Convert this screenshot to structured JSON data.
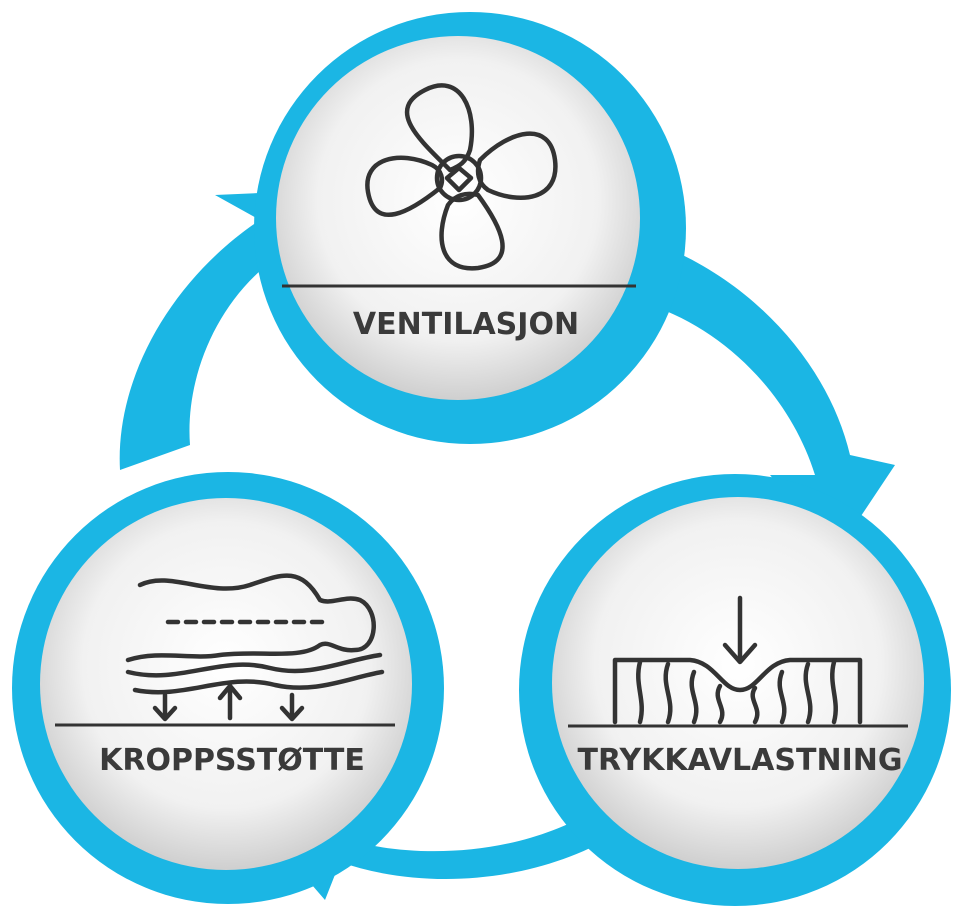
{
  "colors": {
    "accent": "#1bb6e4",
    "ink": "#333333",
    "inner_fill": "#ececec"
  },
  "nodes": [
    {
      "id": "ventilation",
      "label": "VENTILASJON",
      "icon": "fan-icon"
    },
    {
      "id": "pressure-relief",
      "label": "TRYKKAVLASTNING",
      "icon": "mattress-compression-icon"
    },
    {
      "id": "body-support",
      "label": "KROPPSSTØTTE",
      "icon": "body-support-icon"
    }
  ],
  "cycle": {
    "direction": "clockwise",
    "connectors": [
      "arrow-top-to-right",
      "arrow-right-to-left",
      "arrow-left-to-top"
    ]
  }
}
